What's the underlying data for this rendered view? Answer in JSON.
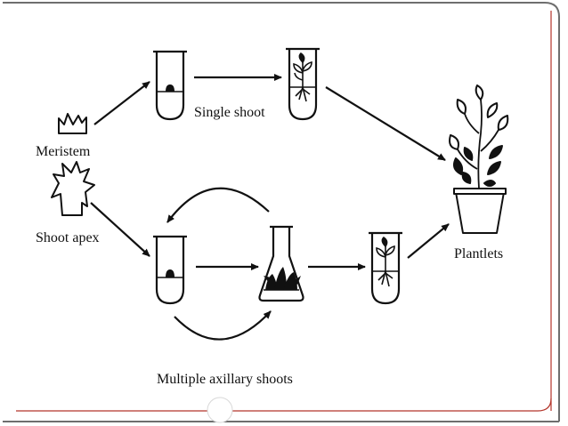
{
  "labels": {
    "meristem": "Meristem",
    "shoot_apex": "Shoot apex",
    "single_shoot": "Single shoot",
    "plantlets": "Plantlets",
    "multiple_axillary_shoots": "Multiple axillary shoots"
  },
  "colors": {
    "ink": "#111111",
    "frame_line": "#b3342a",
    "frame_shadow": "#6e6e6e"
  }
}
